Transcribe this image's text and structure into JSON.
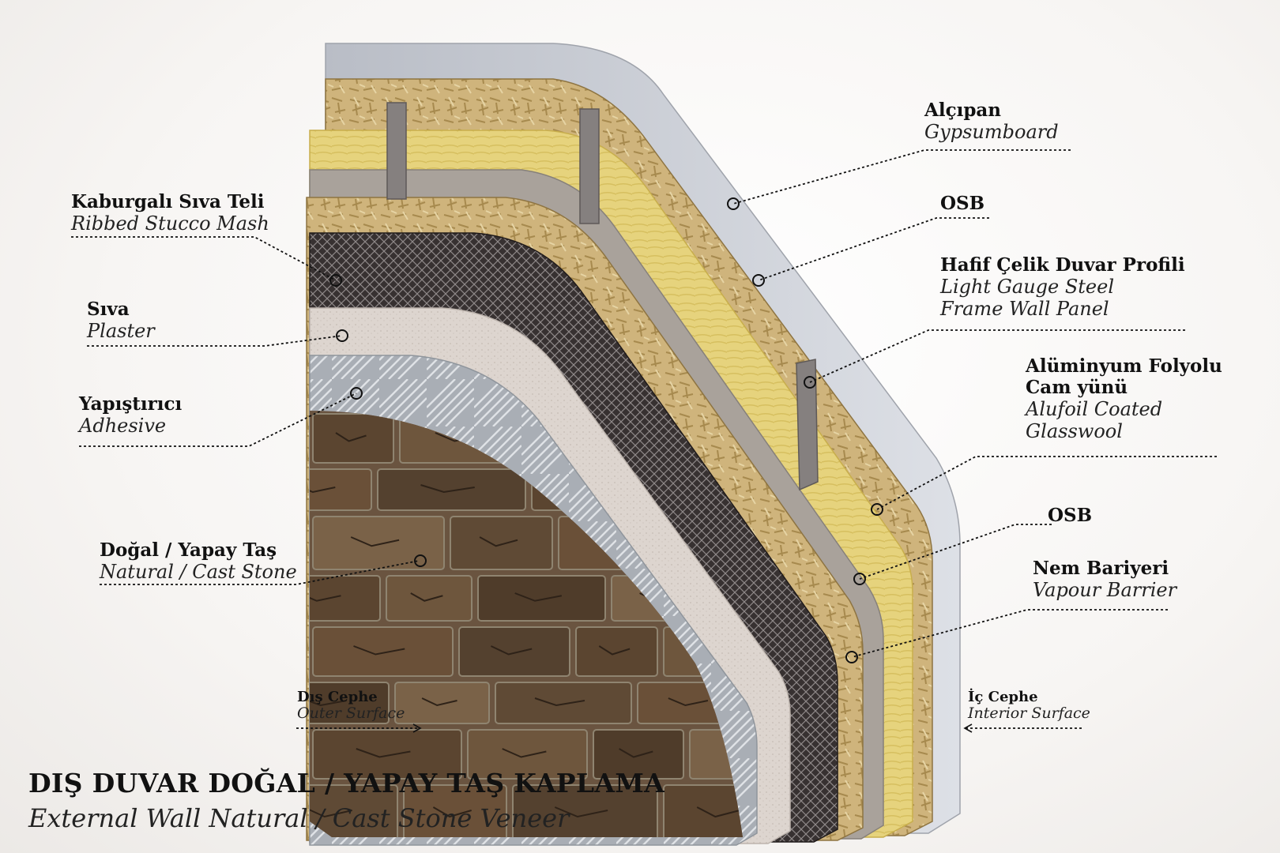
{
  "title": {
    "tr": "DIŞ DUVAR DOĞAL / YAPAY TAŞ KAPLAMA",
    "en": "External Wall Natural / Cast Stone Veneer"
  },
  "layers_left": [
    {
      "tr": "Kaburgalı Sıva Teli",
      "en": "Ribbed Stucco Mash"
    },
    {
      "tr": "Sıva",
      "en": "Plaster"
    },
    {
      "tr": "Yapıştırıcı",
      "en": "Adhesive"
    },
    {
      "tr": "Doğal / Yapay Taş",
      "en": "Natural / Cast Stone"
    }
  ],
  "layers_right": [
    {
      "tr": "Alçıpan",
      "en": "Gypsumboard"
    },
    {
      "tr": "OSB",
      "en": ""
    },
    {
      "tr": "Hafif Çelik Duvar Profili",
      "en": "Light Gauge Steel",
      "en2": "Frame Wall Panel"
    },
    {
      "tr": "Alüminyum Folyolu",
      "tr2": "Cam yünü",
      "en": "Alufoil Coated",
      "en2": "Glasswool"
    },
    {
      "tr": "OSB",
      "en": ""
    },
    {
      "tr": "Nem Bariyeri",
      "en": "Vapour Barrier"
    }
  ],
  "surfaces": {
    "outer": {
      "tr": "Dış Cephe",
      "en": "Outer Surface"
    },
    "inner": {
      "tr": "İç Cephe",
      "en": "Interior Surface"
    }
  },
  "colors": {
    "gypsum": "#c9ccd3",
    "osb": "#cdb27a",
    "glasswool": "#e5d27a",
    "vapour": "#a9a29b",
    "mesh": "#3a3434",
    "plaster": "#dcd4ce",
    "adhesive": "#a7acb3",
    "stone": "#5a4632",
    "steel": "#85807f"
  }
}
